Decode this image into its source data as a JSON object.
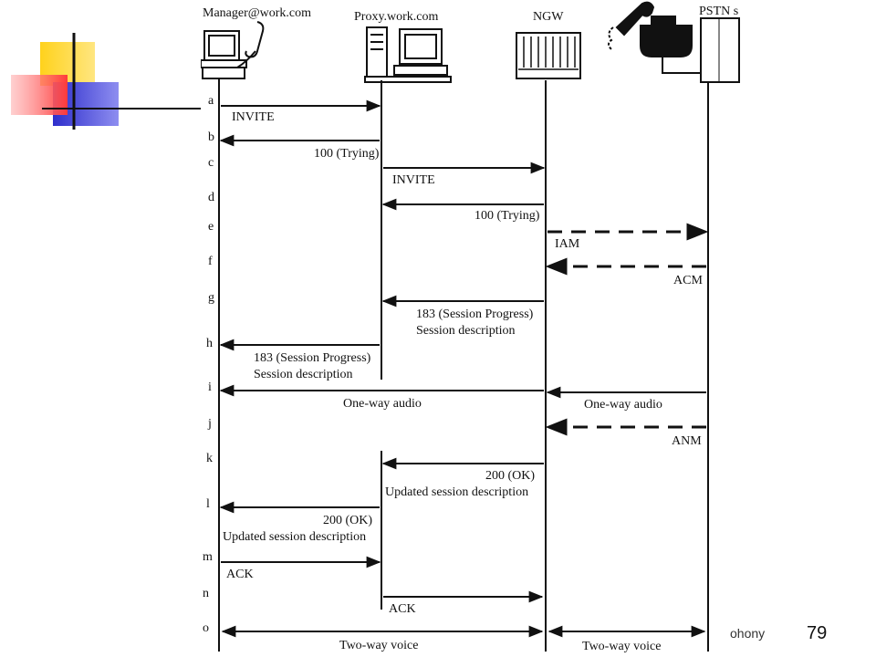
{
  "slide": {
    "footer_text": "ohony",
    "page_number": "79",
    "colors": {
      "yellow": "#FFD21C",
      "red": "#FF5050",
      "blue": "#3838D0",
      "line": "#111111"
    }
  },
  "participants": [
    {
      "id": "manager",
      "label": "Manager@work.com",
      "icon": "computer-with-phone-icon"
    },
    {
      "id": "proxy",
      "label": "Proxy.work.com",
      "icon": "server-with-monitor-icon"
    },
    {
      "id": "ngw",
      "label": "NGW",
      "icon": "network-gateway-icon"
    },
    {
      "id": "pstn",
      "label": "PSTN s",
      "icon": "pstn-switch-with-telephone-icon"
    }
  ],
  "messages": [
    {
      "step": "a",
      "from": "manager",
      "to": "proxy",
      "lines": [
        "INVITE"
      ],
      "style": "solid"
    },
    {
      "step": "b",
      "from": "proxy",
      "to": "manager",
      "lines": [
        "100 (Trying)"
      ],
      "style": "solid"
    },
    {
      "step": "c",
      "from": "proxy",
      "to": "ngw",
      "lines": [
        "INVITE"
      ],
      "style": "solid"
    },
    {
      "step": "d",
      "from": "ngw",
      "to": "proxy",
      "lines": [
        "100 (Trying)"
      ],
      "style": "solid"
    },
    {
      "step": "e",
      "from": "ngw",
      "to": "pstn",
      "lines": [
        "IAM"
      ],
      "style": "dashed"
    },
    {
      "step": "f",
      "from": "pstn",
      "to": "ngw",
      "lines": [
        "ACM"
      ],
      "style": "dashed"
    },
    {
      "step": "g",
      "from": "ngw",
      "to": "proxy",
      "lines": [
        "183 (Session Progress)",
        "Session description"
      ],
      "style": "solid"
    },
    {
      "step": "h",
      "from": "proxy",
      "to": "manager",
      "lines": [
        "183 (Session Progress)",
        "Session description"
      ],
      "style": "solid"
    },
    {
      "step": "i",
      "from": "ngw",
      "to": "manager",
      "lines": [
        "One-way audio"
      ],
      "style": "solid"
    },
    {
      "step": "i",
      "from": "pstn",
      "to": "ngw",
      "lines": [
        "One-way audio"
      ],
      "style": "solid"
    },
    {
      "step": "j",
      "from": "pstn",
      "to": "ngw",
      "lines": [
        "ANM"
      ],
      "style": "dashed"
    },
    {
      "step": "k",
      "from": "ngw",
      "to": "proxy",
      "lines": [
        "200 (OK)",
        "Updated session description"
      ],
      "style": "solid"
    },
    {
      "step": "l",
      "from": "proxy",
      "to": "manager",
      "lines": [
        "200 (OK)",
        "Updated session description"
      ],
      "style": "solid"
    },
    {
      "step": "m",
      "from": "manager",
      "to": "proxy",
      "lines": [
        "ACK"
      ],
      "style": "solid"
    },
    {
      "step": "n",
      "from": "proxy",
      "to": "ngw",
      "lines": [
        "ACK"
      ],
      "style": "solid"
    },
    {
      "step": "o",
      "from": "manager",
      "to": "ngw",
      "lines": [
        "Two-way voice"
      ],
      "style": "both"
    },
    {
      "step": "o",
      "from": "ngw",
      "to": "pstn",
      "lines": [
        "Two-way voice"
      ],
      "style": "both"
    }
  ]
}
